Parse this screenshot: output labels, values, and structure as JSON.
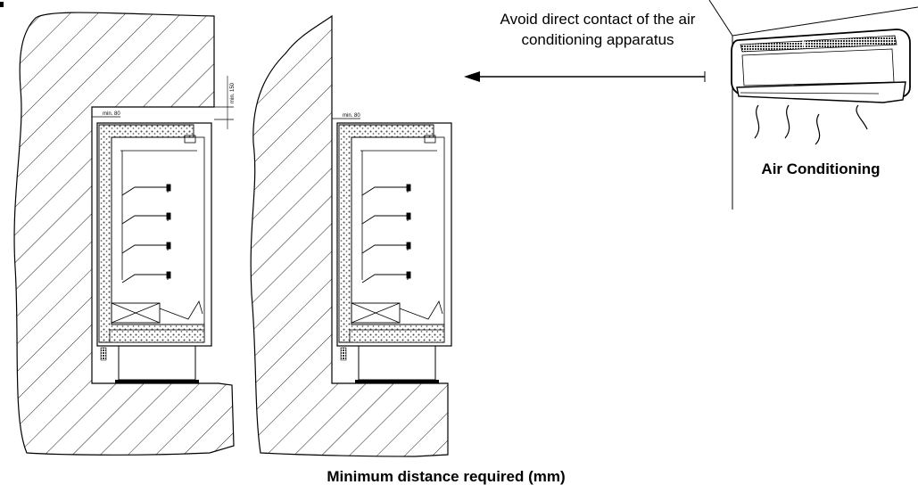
{
  "warning_text": "Avoid direct contact of the air conditioning apparatus",
  "ac_label": "Air Conditioning",
  "min_distance_label": "Minimum distance required (mm)",
  "left_unit": {
    "top_clearance_label": "min. 150",
    "side_clearance_label": "min. 80"
  },
  "right_unit": {
    "side_clearance_label": "min. 80"
  }
}
